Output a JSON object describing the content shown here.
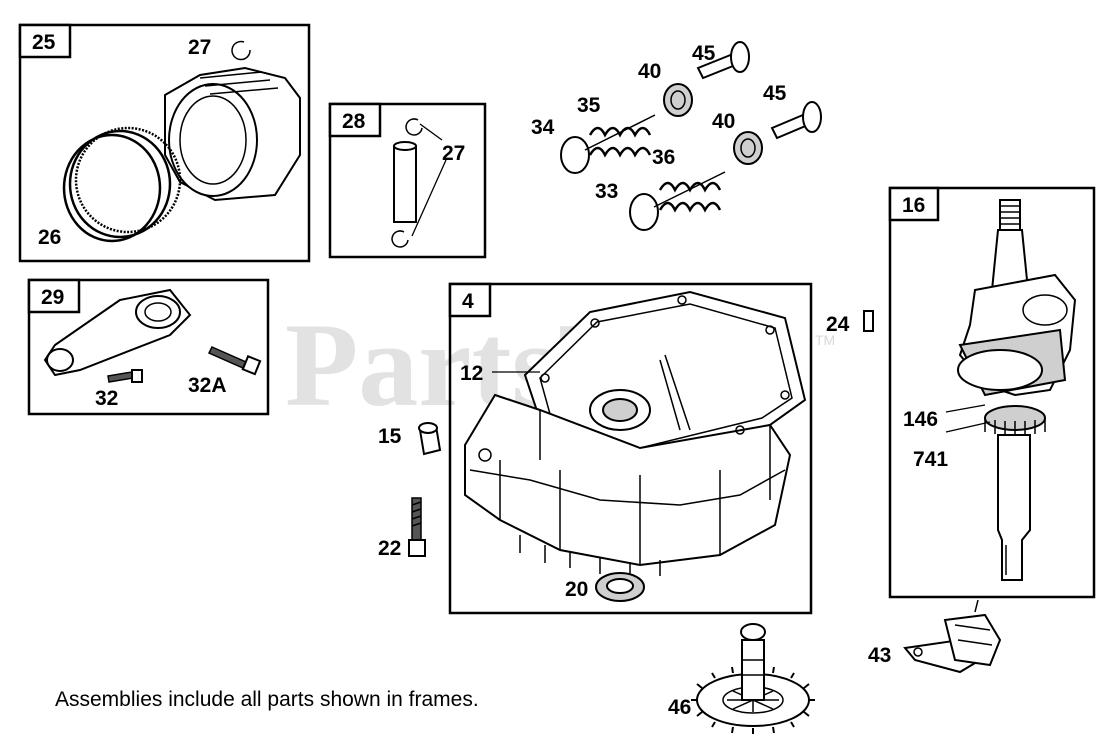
{
  "watermark": {
    "text": "PartsTree",
    "trademark": "TM"
  },
  "frames": {
    "f25": "25",
    "f28": "28",
    "f29": "29",
    "f4": "4",
    "f16": "16"
  },
  "callouts": {
    "c27a": "27",
    "c26": "26",
    "c27b": "27",
    "c32": "32",
    "c32a": "32A",
    "c45a": "45",
    "c40a": "40",
    "c35": "35",
    "c34": "34",
    "c45b": "45",
    "c40b": "40",
    "c36": "36",
    "c33": "33",
    "c24": "24",
    "c12": "12",
    "c15": "15",
    "c22": "22",
    "c20": "20",
    "c146": "146",
    "c741": "741",
    "c43": "43",
    "c46": "46"
  },
  "footnote": "Assemblies include all parts shown in frames."
}
